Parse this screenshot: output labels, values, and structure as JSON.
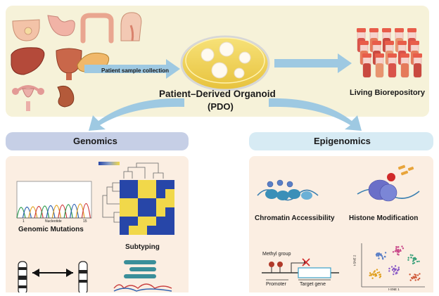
{
  "top": {
    "sample_label": "Patient  sample collection",
    "pdo_title": "Patient–Derived Organoid",
    "pdo_abbrev": "(PDO)",
    "biorepo_label": "Living Biorepository"
  },
  "genomics": {
    "header": "Genomics",
    "mutations_label": "Genomic Mutations",
    "subtyping_label": "Subtyping",
    "trace_axis_start": "1",
    "trace_axis_mid": "Nucleotide",
    "trace_axis_end": "15"
  },
  "epigenomics": {
    "header": "Epigenomics",
    "chromatin_label": "Chromatin Accessibility",
    "histone_label": "Histone Modification",
    "methyl_label": "Methyl group",
    "promoter_label": "Promoter",
    "target_label": "Target gene",
    "tsne_y": "t-SNE 2",
    "tsne_x": "t-SNE 1"
  },
  "colors": {
    "top_panel": "#f6f2d9",
    "bottom_panel": "#fbeee2",
    "genomics_header": "#c6cfe6",
    "epigenomics_header": "#d7ebf4",
    "arrow": "#9ec9e2",
    "heatmap_blue": "#2746a8",
    "heatmap_yellow": "#f1d84a"
  }
}
